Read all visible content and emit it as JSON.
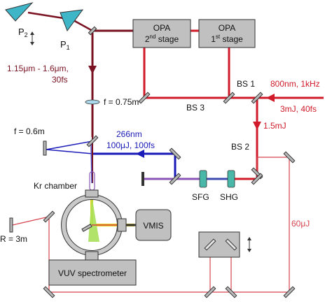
{
  "colors": {
    "ir_beam": "#d11a2a",
    "dark_ir_beam": "#7a1222",
    "uv_beam": "#1a1ab8",
    "thin_red": "#d64550",
    "optic_fill": "#b9b9b9",
    "optic_stroke": "#333333",
    "prism_fill": "#3fb6c8",
    "crystal_fill": "#49b8a8",
    "yellow_beam": "#e8d21a",
    "green_beam": "#a8e05a",
    "purple_beam": "#8a55b5"
  },
  "components": {
    "opa2": {
      "line1": "OPA",
      "line2_main": "2",
      "line2_sup": "nd",
      "line2_rest": " stage"
    },
    "opa1": {
      "line1": "OPA",
      "line2_main": "1",
      "line2_sup": "st",
      "line2_rest": " stage"
    },
    "vmis": "VMIS",
    "vuv_spectrometer": "VUV spectrometer",
    "kr_chamber": "Kr chamber",
    "sfg": "SFG",
    "shg": "SHG",
    "bs1": "BS 1",
    "bs2": "BS 2",
    "bs3": "BS 3",
    "p1_main": "P",
    "p1_sub": "1",
    "p2_main": "P",
    "p2_sub": "2"
  },
  "labels": {
    "ir_wavelength": "1.15μm - 1.6μm,",
    "ir_duration": "30fs",
    "lens1": "f = 0.75m",
    "mirror_f": "f = 0.6m",
    "uv_wavelength": "266nm",
    "uv_params": "100μJ, 100fs",
    "laser_line1": "800nm, 1kHz",
    "laser_line2": "3mJ, 40fs",
    "bs1_out": "1.5mJ",
    "delay_energy": "60μJ",
    "mirror_r": "R = 3m"
  }
}
